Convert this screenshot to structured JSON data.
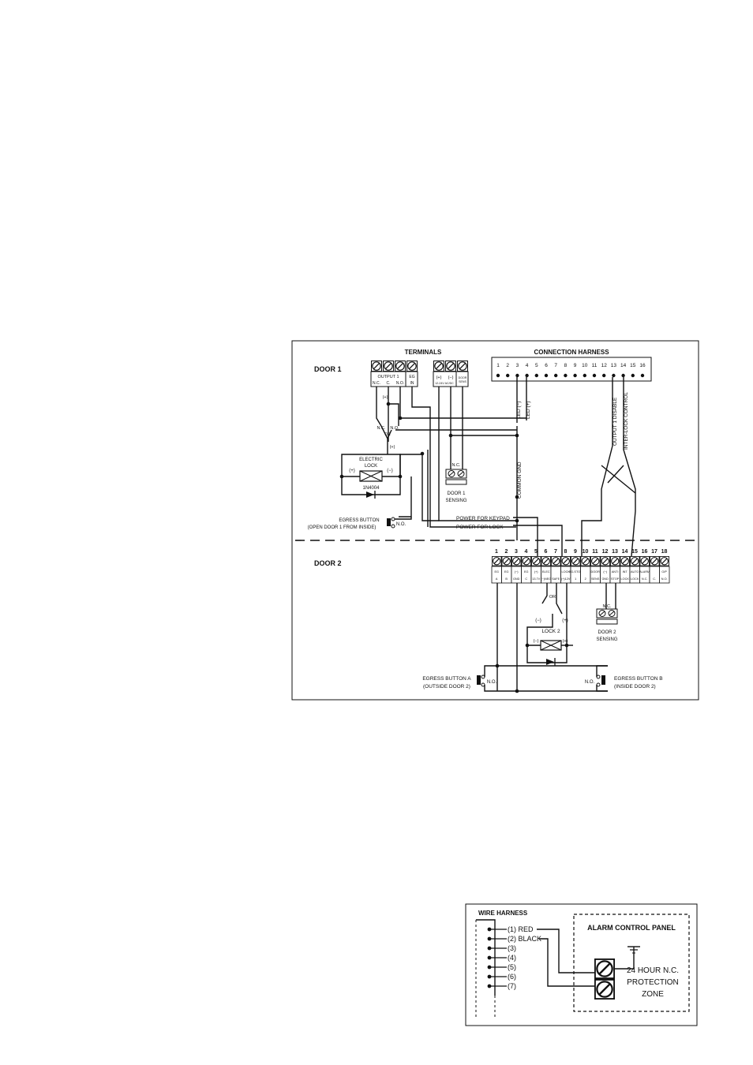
{
  "wiring": {
    "terminals_title": "TERMINALS",
    "harness_title": "CONNECTION HARNESS",
    "door1_label": "DOOR 1",
    "door2_label": "DOOR 2",
    "term_labels": [
      [
        "OUTPUT 1",
        "N.C.",
        "C.",
        "N.O."
      ],
      [
        "EG",
        "IN"
      ]
    ],
    "power_labels": [
      "(+)",
      "(−)",
      "12-24V AC/DC"
    ],
    "door_sens_label": [
      "DOOR",
      "SENS"
    ],
    "harness_numbers": [
      "1",
      "2",
      "3",
      "4",
      "5",
      "6",
      "7",
      "8",
      "9",
      "10",
      "11",
      "12",
      "13",
      "14",
      "15",
      "16"
    ],
    "led_neg": "LED (−)",
    "led_pos": "LED (+)",
    "output1_disable": "OUTPUT 1 DISABLE",
    "interlock_control": "INTER-LOCK CONTROL",
    "nc_label": "N.C.",
    "no_label": "N.O.",
    "or_label": "OR",
    "plus_label": "(+)",
    "minus_label": "(−)",
    "electric_lock": [
      "ELECTRIC",
      "LOCK"
    ],
    "diode": "1N4004",
    "door1_sensing": [
      "DOOR 1",
      "SENSING"
    ],
    "common_gnd": "COMMON GND",
    "egress_button_1": [
      "EGRESS BUTTON",
      "(OPEN DOOR 1 FROM INSIDE)"
    ],
    "power_for_keypad": "POWER FOR KEYPAD",
    "power_for_lock": "POWER FOR LOCK",
    "door2_numbers": [
      "1",
      "2",
      "3",
      "4",
      "5",
      "6",
      "7",
      "8",
      "9",
      "10",
      "11",
      "12",
      "13",
      "14",
      "15",
      "16",
      "17",
      "18"
    ],
    "door2_term_labels": [
      [
        "EG",
        "A"
      ],
      [
        "EG",
        "B"
      ],
      [
        "(−)",
        "GND"
      ],
      [
        "EG",
        "C"
      ],
      [
        "(+)",
        "13.7V"
      ],
      [
        "ELEC",
        "(−)NEG"
      ],
      [
        "",
        "SAFE"
      ],
      [
        "LOCK",
        "(+)12V"
      ],
      [
        "EG-STOP",
        "1"
      ],
      [
        "",
        "2"
      ],
      [
        "DOOR",
        "SENS"
      ],
      [
        "(−)",
        "GND"
      ],
      [
        "ANTI",
        "STOP"
      ],
      [
        "INT",
        "LOCK"
      ],
      [
        "AUTO",
        "LOCK"
      ],
      [
        "ALARM",
        "N.C."
      ],
      [
        "",
        "C."
      ],
      [
        "O/P",
        "N.O."
      ]
    ],
    "lock2": "LOCK 2",
    "door2_sensing": [
      "DOOR 2",
      "SENSING"
    ],
    "egress_a": [
      "EGRESS BUTTON A",
      "(OUTSIDE DOOR 2)"
    ],
    "egress_b": [
      "EGRESS BUTTON B",
      "(INSIDE DOOR 2)"
    ]
  },
  "alarm": {
    "wire_harness": "WIRE HARNESS",
    "panel_title": "ALARM CONTROL PANEL",
    "wires": [
      "(1) RED",
      "(2) BLACK",
      "(3)",
      "(4)",
      "(5)",
      "(6)",
      "(7)"
    ],
    "zone": [
      "24 HOUR N.C.",
      "PROTECTION",
      "ZONE"
    ]
  }
}
